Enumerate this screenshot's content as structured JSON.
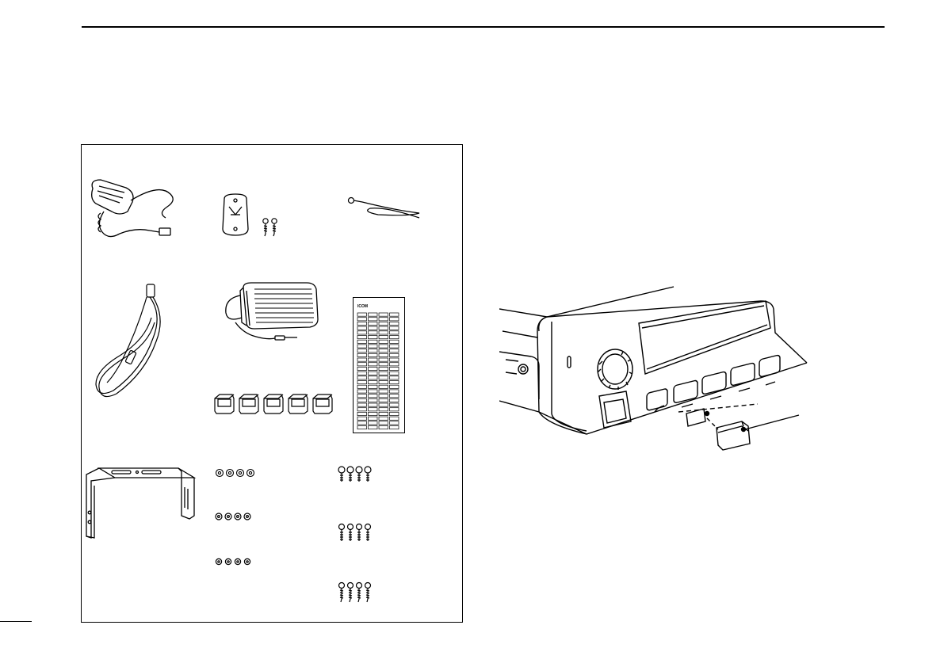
{
  "accessories_panel": {
    "items": [
      {
        "id": "microphone",
        "icon": "hand-microphone-icon"
      },
      {
        "id": "mic-hanger",
        "icon": "microphone-hanger-icon"
      },
      {
        "id": "ground-wire",
        "icon": "ground-wire-icon"
      },
      {
        "id": "dc-power-cable",
        "icon": "dc-power-cable-icon"
      },
      {
        "id": "external-speaker",
        "icon": "external-speaker-icon"
      },
      {
        "id": "channel-label-sheet",
        "icon": "channel-label-sheet-icon",
        "logo_text": "ICOM"
      },
      {
        "id": "key-caps",
        "icon": "key-cap-icon",
        "count": 5
      },
      {
        "id": "mounting-bracket",
        "icon": "mounting-bracket-icon"
      },
      {
        "id": "flat-washers",
        "icon": "flat-washer-icon",
        "count": 4
      },
      {
        "id": "spring-washers",
        "icon": "spring-washer-icon",
        "count": 4
      },
      {
        "id": "nuts",
        "icon": "nut-icon",
        "count": 4
      },
      {
        "id": "bolts",
        "icon": "bolt-icon",
        "count": 4
      },
      {
        "id": "machine-screws",
        "icon": "machine-screw-icon",
        "count": 4
      },
      {
        "id": "self-tapping-screws",
        "icon": "self-tapping-screw-icon",
        "count": 4
      }
    ]
  },
  "installation_figure": {
    "icon": "radio-key-cap-installation-icon"
  }
}
